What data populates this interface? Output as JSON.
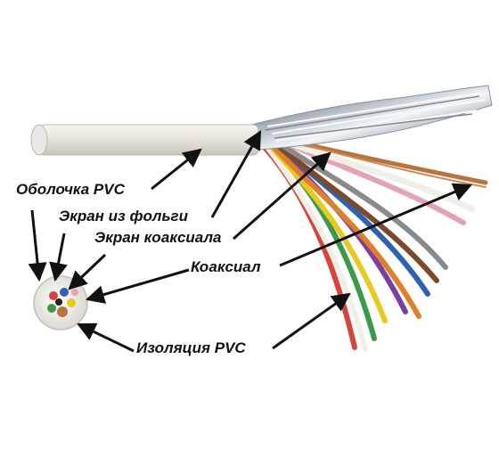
{
  "labels": {
    "sheath": "Оболочка PVC",
    "foil_screen": "Экран из фольги",
    "coax_screen": "Экран коаксиала",
    "coax": "Коаксиал",
    "insulation": "Изоляция PVC"
  },
  "colors": {
    "sheath": "#e7e3dc",
    "foil": "#b9bfc6",
    "copper": "#b8743f",
    "arrow": "#111111",
    "text": "#111111",
    "wires": [
      "#d8433b",
      "#e07f2a",
      "#e9c81f",
      "#3a9a4a",
      "#2f61b3",
      "#7a4b2a",
      "#8a8a8a",
      "#7b3fa0",
      "#f0efe6",
      "#222222",
      "#e6a2b5",
      "#5fb7c9"
    ]
  },
  "illustration": "multi-conductor shielded cable with stripped end and cross-section"
}
